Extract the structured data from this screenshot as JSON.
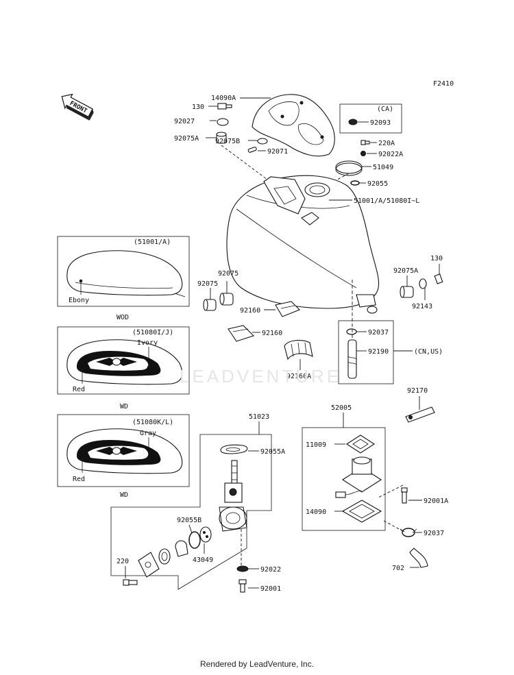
{
  "figure_code": "F2410",
  "front_label": "FRONT",
  "watermark": "LEADVENTURE",
  "footer": "Rendered by LeadVenture, Inc.",
  "labels": {
    "l130a": "130",
    "l14090a": "14090A",
    "l92027": "92027",
    "l92075a1": "92075A",
    "l92075b1": "92075B",
    "l92071": "92071",
    "ca": "(CA)",
    "l92093": "92093",
    "l220a": "220A",
    "l92022a": "92022A",
    "l51049": "51049",
    "l92055": "92055",
    "l51001": "51001/A/51080I~L",
    "l92075": "92075",
    "l92075b": "92075",
    "l92075a2": "92075A",
    "l130b": "130",
    "l92143": "92143",
    "l92160": "92160",
    "l92160b": "92160",
    "l92160a": "92160A",
    "l92037": "92037",
    "l92190": "92190",
    "cnus": "(CN,US)",
    "l92170": "92170",
    "l51023": "51023",
    "l92055a": "92055A",
    "l92055b": "92055B",
    "l43049": "43049",
    "l220": "220",
    "l92022": "92022",
    "l92001": "92001",
    "l52005": "52005",
    "l11009": "11009",
    "l14090": "14090",
    "l92001a": "92001A",
    "l92037b": "92037",
    "l702": "702"
  },
  "variants": [
    {
      "code": "(51001/A)",
      "color1": "Ebony",
      "color2": "",
      "caption": "WOD"
    },
    {
      "code": "(51080I/J)",
      "color1": "Red",
      "color2": "Ivory",
      "caption": "WD"
    },
    {
      "code": "(51080K/L)",
      "color1": "Red",
      "color2": "Gray",
      "caption": "WD"
    }
  ]
}
